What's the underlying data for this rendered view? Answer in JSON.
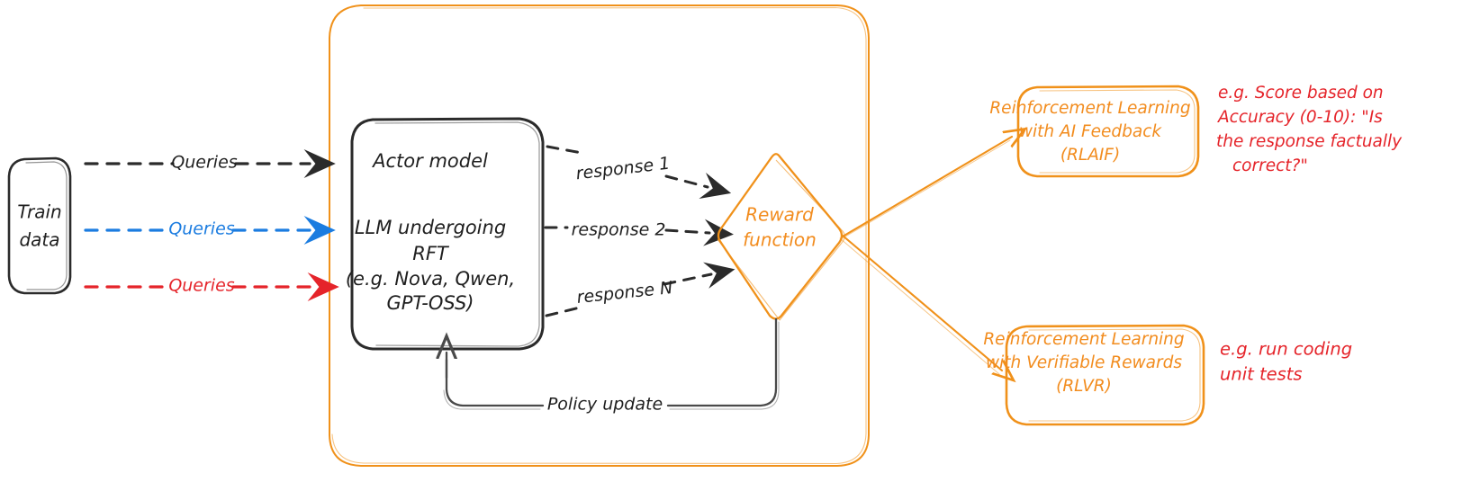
{
  "diagram": {
    "title": "Reinforcement Fine-Tuning (RFT) loop",
    "colors": {
      "black": "#1f1f1f",
      "blue": "#1B7CE0",
      "red": "#E5242A",
      "orange": "#F28C1E",
      "orange_stroke": "#F0911A",
      "grey_stroke": "#4a4a4a",
      "background": "#ffffff"
    },
    "train_data_box": {
      "line1": "Train",
      "line2": "data"
    },
    "query_arrows": [
      {
        "label": "Queries",
        "color": "#1f1f1f",
        "style": "dashed"
      },
      {
        "label": "Queries",
        "color": "#1B7CE0",
        "style": "dashed"
      },
      {
        "label": "Queries",
        "color": "#E5242A",
        "style": "dashed"
      }
    ],
    "actor_model_box": {
      "heading": "Actor model",
      "body_line1": "LLM undergoing",
      "body_line2": "RFT",
      "body_line3": "(e.g. Nova, Qwen,",
      "body_line4": "GPT-OSS)"
    },
    "response_arrows": [
      {
        "label": "response 1"
      },
      {
        "label": "response 2"
      },
      {
        "label": "response N"
      }
    ],
    "reward_function": {
      "line1": "Reward",
      "line2": "function"
    },
    "policy_update": {
      "label": "Policy update"
    },
    "outcome_boxes": [
      {
        "id": "rlaif",
        "line1": "Reinforcement Learning",
        "line2": "with AI Feedback",
        "line3": "(RLAIF)",
        "note": [
          "e.g. Score based on",
          "Accuracy (0-10): \"Is",
          "the response factually",
          "correct?\""
        ]
      },
      {
        "id": "rlvr",
        "line1": "Reinforcement Learning",
        "line2": "with Verifiable Rewards",
        "line3": "(RLVR)",
        "note": [
          "e.g. run coding",
          "unit tests"
        ]
      }
    ]
  }
}
